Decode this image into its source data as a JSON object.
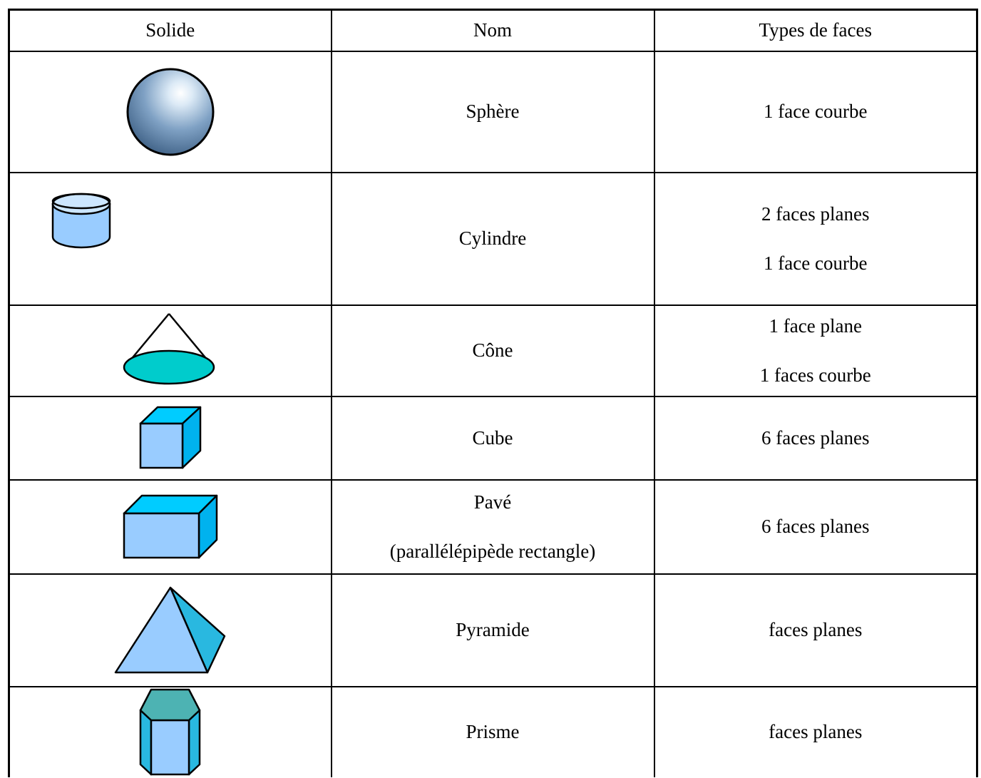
{
  "headers": {
    "solid": "Solide",
    "name": "Nom",
    "faces": "Types de faces"
  },
  "rows": [
    {
      "icon": "sphere-icon",
      "name": "Sphère",
      "faces": [
        "1 face courbe"
      ]
    },
    {
      "icon": "cylinder-icon",
      "name": "Cylindre",
      "faces": [
        "2 faces planes",
        "1 face courbe"
      ]
    },
    {
      "icon": "cone-icon",
      "name": "Cône",
      "faces": [
        "1 face plane",
        "1 faces courbe"
      ]
    },
    {
      "icon": "cube-icon",
      "name": "Cube",
      "faces": [
        "6 faces planes"
      ]
    },
    {
      "icon": "cuboid-icon",
      "name": "Pavé",
      "name_sub": "(parallélépipède rectangle)",
      "faces": [
        "6 faces planes"
      ]
    },
    {
      "icon": "pyramid-icon",
      "name": "Pyramide",
      "faces": [
        "faces planes"
      ]
    },
    {
      "icon": "hexagonal-prism-icon",
      "name": "Prisme",
      "faces": [
        "faces planes"
      ]
    }
  ],
  "colors": {
    "light_blue": "#99ccff",
    "cyan": "#00ccff",
    "teal": "#00cccc",
    "side_blue": "#29b8e0",
    "prism_top": "#4db3b3",
    "outline": "#000000"
  }
}
